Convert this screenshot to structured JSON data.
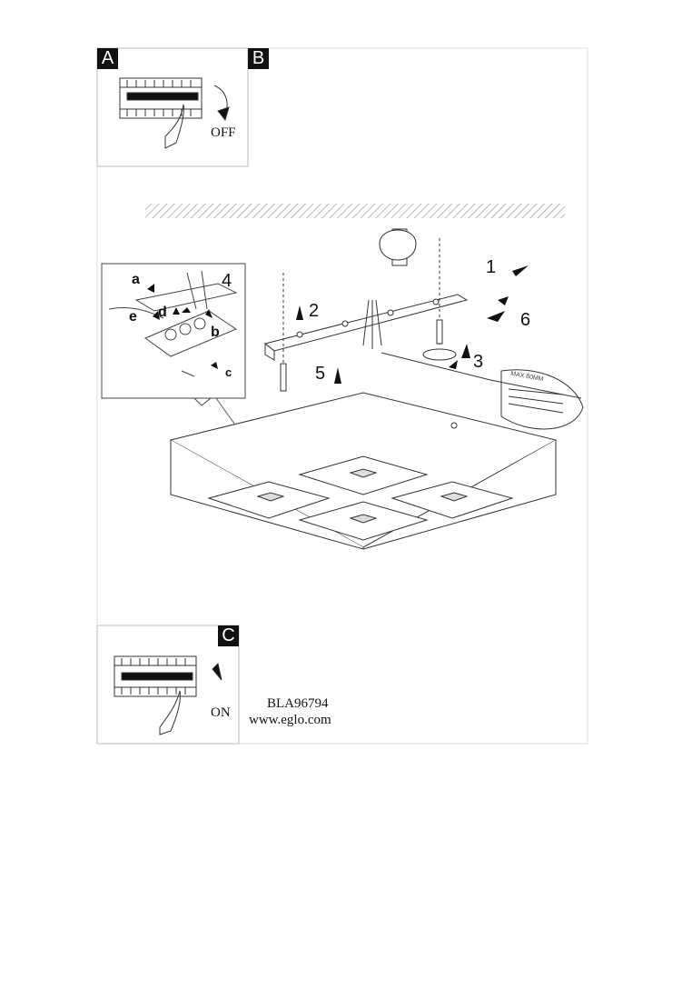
{
  "panels": {
    "a": {
      "badge": "A",
      "label": "OFF"
    },
    "b": {
      "badge": "B"
    },
    "c": {
      "badge": "C",
      "label": "ON"
    }
  },
  "cable_label": "MAX 80MM",
  "steps": [
    "1",
    "2",
    "3",
    "4",
    "5",
    "6"
  ],
  "detail_letters": [
    "a",
    "b",
    "c",
    "d",
    "e"
  ],
  "footer": {
    "model": "BLA96794",
    "website": "www.eglo.com"
  }
}
